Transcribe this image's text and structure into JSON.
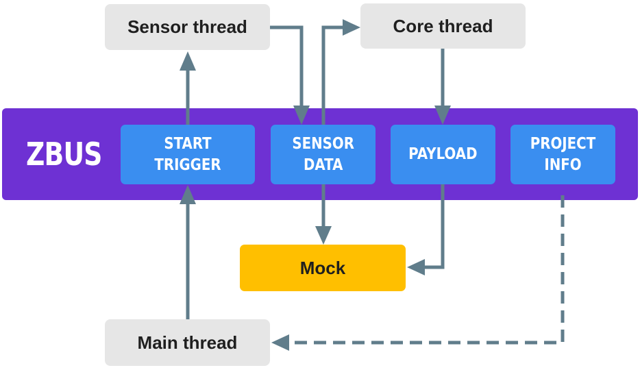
{
  "bus": {
    "label": "ZBUS"
  },
  "threads": {
    "sensor": "Sensor thread",
    "core": "Core thread",
    "main": "Main thread"
  },
  "channels": {
    "start_trigger": "START TRIGGER",
    "sensor_data": "SENSOR\nDATA",
    "payload": "PAYLOAD",
    "project_info": "PROJECT\nINFO"
  },
  "mock": {
    "label": "Mock"
  },
  "colors": {
    "bus": "#6e31d3",
    "channel": "#3a8ef0",
    "thread": "#e6e6e6",
    "mock": "#ffbf00",
    "arrow": "#607d8b"
  }
}
